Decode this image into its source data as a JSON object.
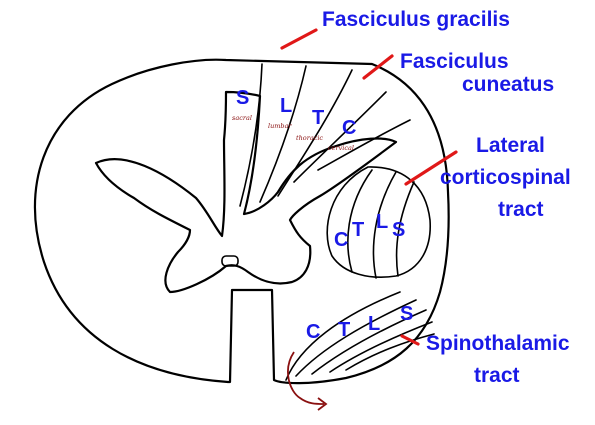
{
  "labels": {
    "gracilis": "Fasciculus gracilis",
    "cuneatus_1": "Fasciculus",
    "cuneatus_2": "cuneatus",
    "lateral_1": "Lateral",
    "lateral_2": "corticospinal",
    "lateral_3": "tract",
    "spino_1": "Spinothalamic",
    "spino_2": "tract"
  },
  "dorsal_column_letters": [
    "S",
    "L",
    "T",
    "C"
  ],
  "dorsal_column_notes": [
    "sacral",
    "lumbar",
    "thoracic",
    "cervical"
  ],
  "corticospinal_letters": [
    "C",
    "T",
    "L",
    "S"
  ],
  "spinothalamic_letters": [
    "C",
    "T",
    "L",
    "S"
  ],
  "colors": {
    "text": "#1a1ae6",
    "pointer": "#e01818",
    "note": "#8a1010",
    "outline": "#000000"
  }
}
